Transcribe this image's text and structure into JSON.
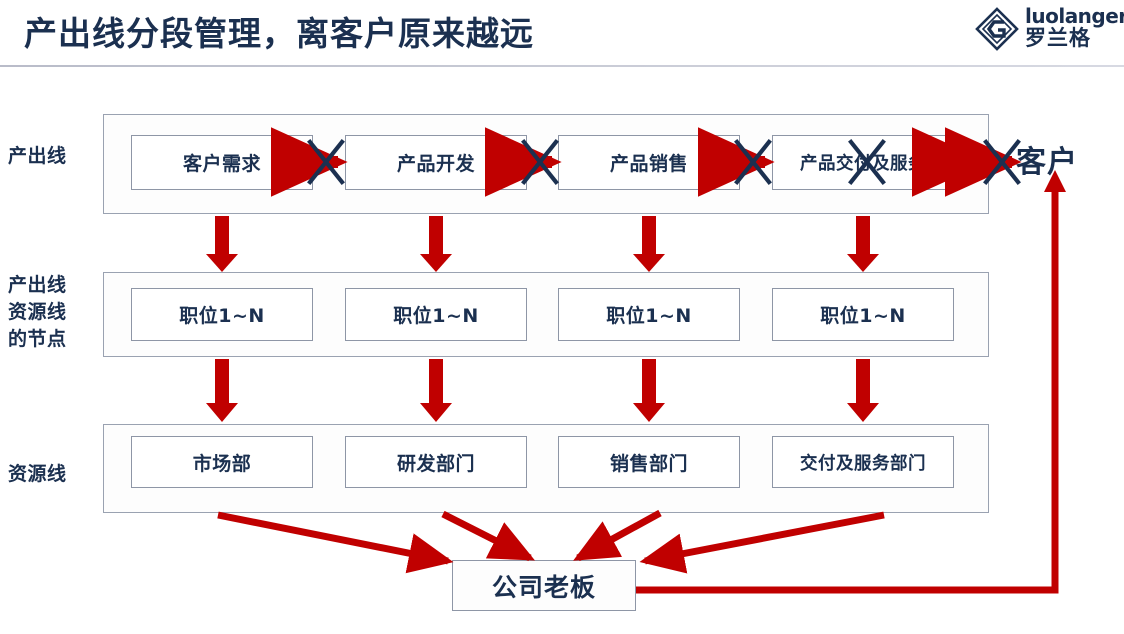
{
  "header": {
    "title": "产出线分段管理，离客户原来越远",
    "title_color": "#1b3050",
    "logo": {
      "latin": "luolanger",
      "chinese": "罗兰格",
      "mark_name": "diamond-g-logo-icon"
    }
  },
  "diagram": {
    "accent_red": "#c00000",
    "navy": "#1b3050",
    "row_labels": [
      {
        "id": "output-line",
        "text": "产出线"
      },
      {
        "id": "output-line-resource-nodes",
        "text": "产出线\n资源线\n的节点"
      },
      {
        "id": "resource-line",
        "text": "资源线"
      }
    ],
    "rows": [
      {
        "id": "output-line-row",
        "nodes": [
          "客户需求",
          "产品开发",
          "产品销售",
          "产品交付及服务"
        ]
      },
      {
        "id": "position-row",
        "nodes": [
          "职位1~N",
          "职位1~N",
          "职位1~N",
          "职位1~N"
        ]
      },
      {
        "id": "department-row",
        "nodes": [
          "市场部",
          "研发部门",
          "销售部门",
          "交付及服务部门"
        ]
      }
    ],
    "customer_label": "客户",
    "boss_label": "公司老板",
    "blocked_connectors": 5,
    "blocked_marker": "x-cross-icon"
  }
}
